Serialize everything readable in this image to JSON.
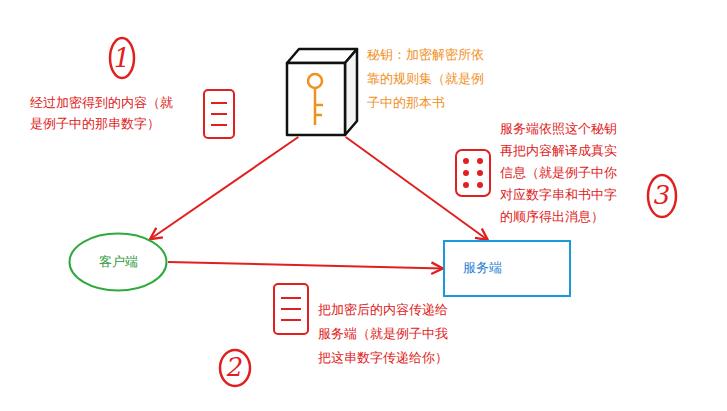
{
  "diagram": {
    "nodes": [
      {
        "text": [
          "秘钥：加密解密所依靠的规则集（就是例子中的那本书"
        ]
      },
      {
        "text": [
          "客户端"
        ]
      },
      {
        "text": [
          "服务端"
        ]
      }
    ],
    "edges": [
      {
        "from": 0,
        "to": 1,
        "arrow": "to"
      },
      {
        "from": 0,
        "to": 2,
        "arrow": "to"
      },
      {
        "from": 1,
        "to": 2,
        "arrow": "to"
      }
    ],
    "labels": [
      "1",
      "经过加密得到的内容（就是例子中的那串数字）",
      "服务端依照这个秘钥再把内容解译成真实信息（就是例子中你对应数字串和书中字的顺序得出消息）",
      "3",
      "把加密后的内容传递给服务端（就是例子中我把这串数字传递给你）",
      "2"
    ]
  }
}
